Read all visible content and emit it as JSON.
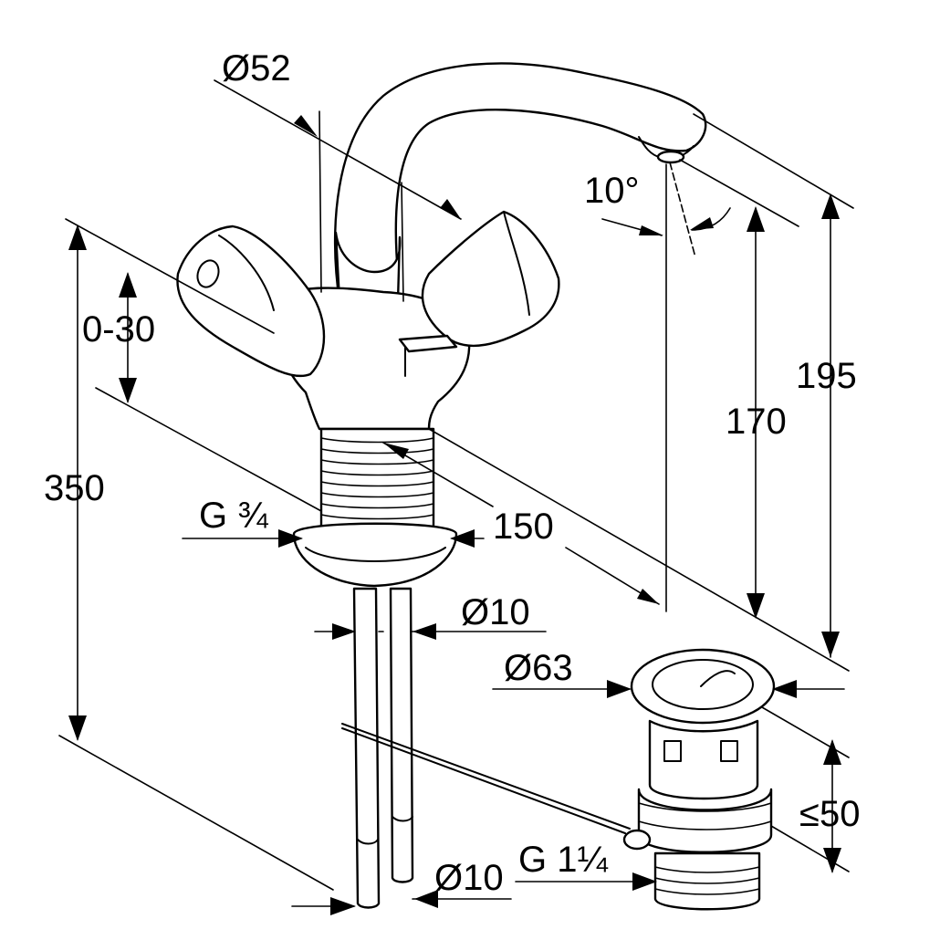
{
  "labels": {
    "d52": "Ø52",
    "angle": "10°",
    "range": "0-30",
    "h195": "195",
    "h170": "170",
    "h350": "350",
    "thread34": "G ¾",
    "w150": "150",
    "d10_top": "Ø10",
    "d63": "Ø63",
    "h50": "≤50",
    "thread114": "G 1¼",
    "d10_bottom": "Ø10"
  }
}
